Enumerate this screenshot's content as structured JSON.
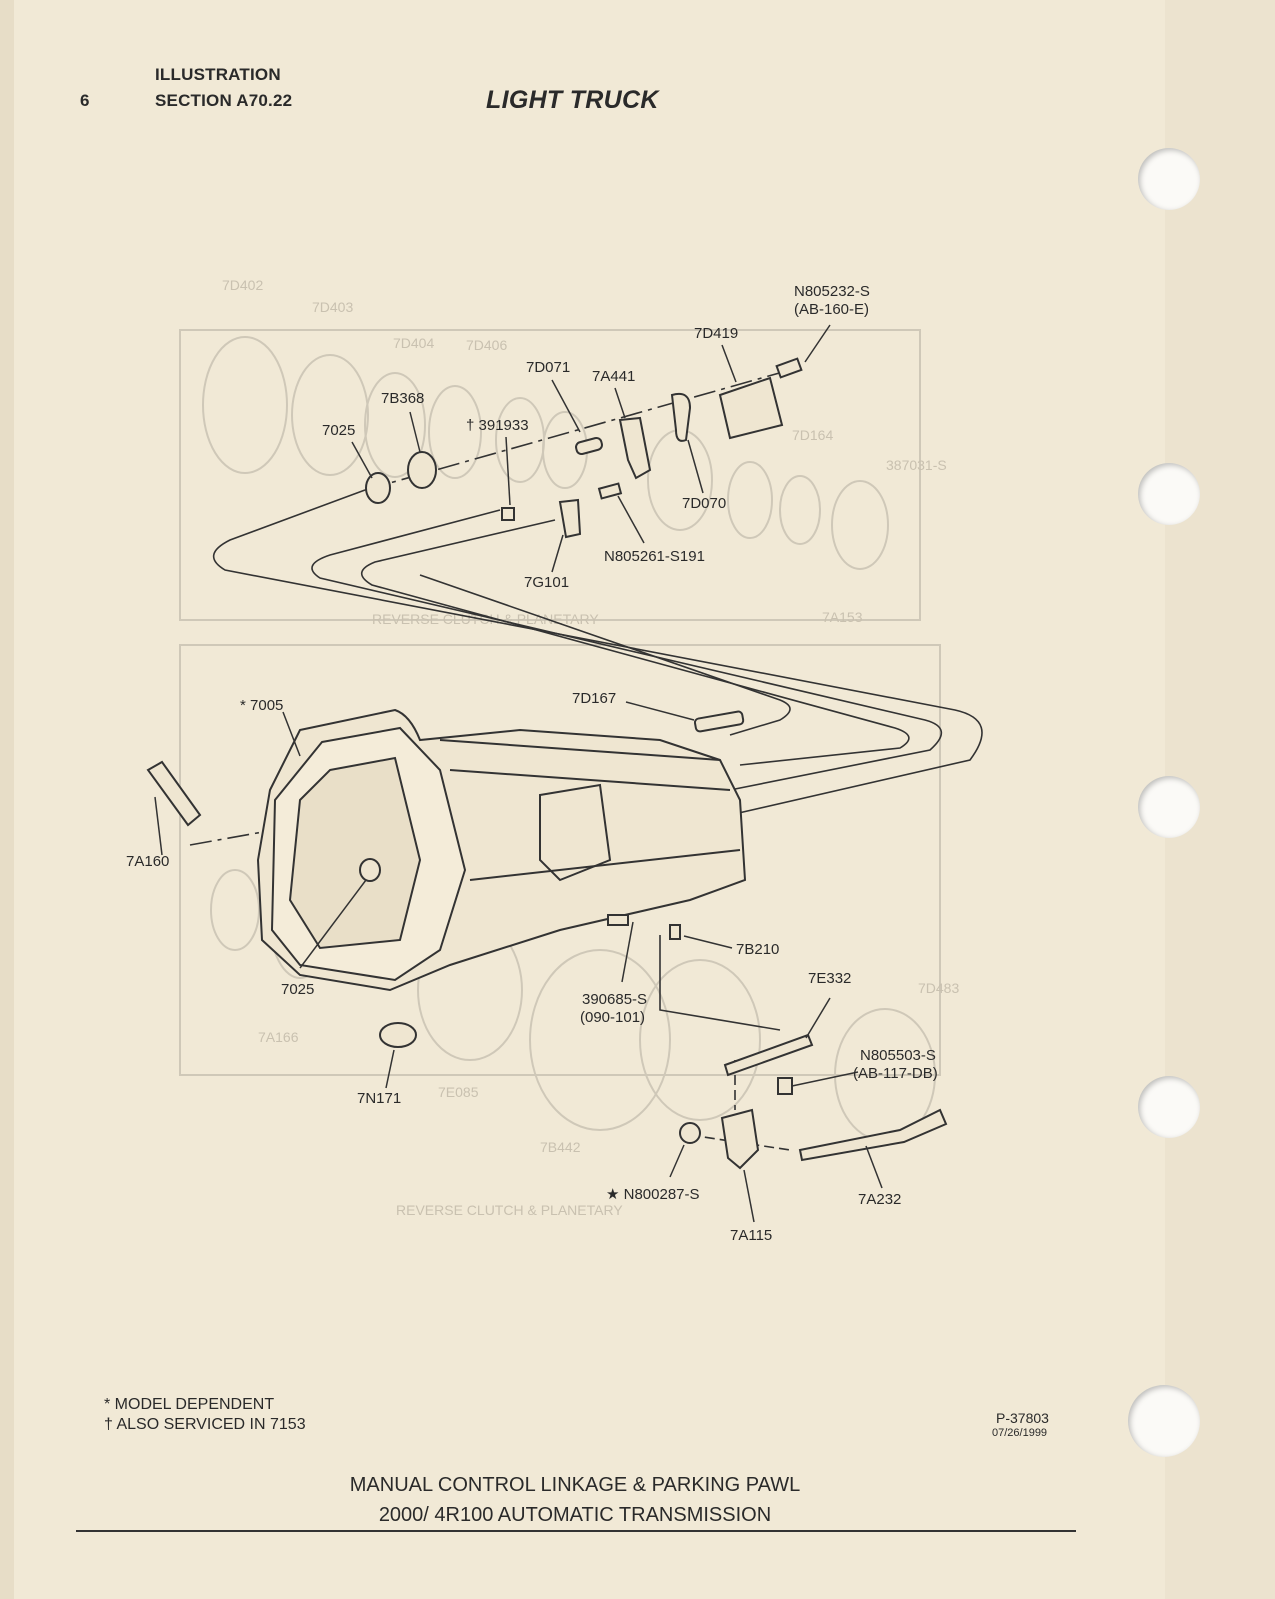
{
  "header": {
    "page_number": "6",
    "section_line1": "ILLUSTRATION",
    "section_line2": "SECTION A70.22",
    "title": "LIGHT TRUCK"
  },
  "diagram": {
    "part_labels": [
      {
        "id": "n805232",
        "text": "N805232-S",
        "text2": "(AB-160-E)"
      },
      {
        "id": "7d419",
        "text": "7D419"
      },
      {
        "id": "7d071",
        "text": "7D071"
      },
      {
        "id": "7a441",
        "text": "7A441"
      },
      {
        "id": "7b368",
        "text": "7B368"
      },
      {
        "id": "391933",
        "text": "† 391933"
      },
      {
        "id": "7025a",
        "text": "7025"
      },
      {
        "id": "7d070",
        "text": "7D070"
      },
      {
        "id": "n805261",
        "text": "N805261-S191"
      },
      {
        "id": "7g101",
        "text": "7G101"
      },
      {
        "id": "7005",
        "text": "* 7005"
      },
      {
        "id": "7d167",
        "text": "7D167"
      },
      {
        "id": "7a160",
        "text": "7A160"
      },
      {
        "id": "7025b",
        "text": "7025"
      },
      {
        "id": "7b210",
        "text": "7B210"
      },
      {
        "id": "390685",
        "text": "390685-S",
        "text2": "(090-101)"
      },
      {
        "id": "7e332",
        "text": "7E332"
      },
      {
        "id": "n805503",
        "text": "N805503-S",
        "text2": "(AB-117-DB)"
      },
      {
        "id": "7n171",
        "text": "7N171"
      },
      {
        "id": "n800287",
        "text": "★ N800287-S"
      },
      {
        "id": "7a232",
        "text": "7A232"
      },
      {
        "id": "7a115",
        "text": "7A115"
      }
    ],
    "ghost_labels": [
      "7D402",
      "7D403",
      "7D404",
      "7D406",
      "7D164",
      "387031-S",
      "7A153",
      "REVERSE CLUTCH & PLANETARY",
      "7A166",
      "7E085",
      "7B442",
      "REVERSE CLUTCH & PLANETARY",
      "7D483"
    ]
  },
  "footnotes": {
    "note1": "* MODEL DEPENDENT",
    "note2": "† ALSO SERVICED IN 7153",
    "ref_code": "P-37803",
    "ref_date": "07/26/1999"
  },
  "caption": {
    "line1": "MANUAL CONTROL LINKAGE & PARKING PAWL",
    "line2": "2000/ 4R100 AUTOMATIC TRANSMISSION"
  }
}
